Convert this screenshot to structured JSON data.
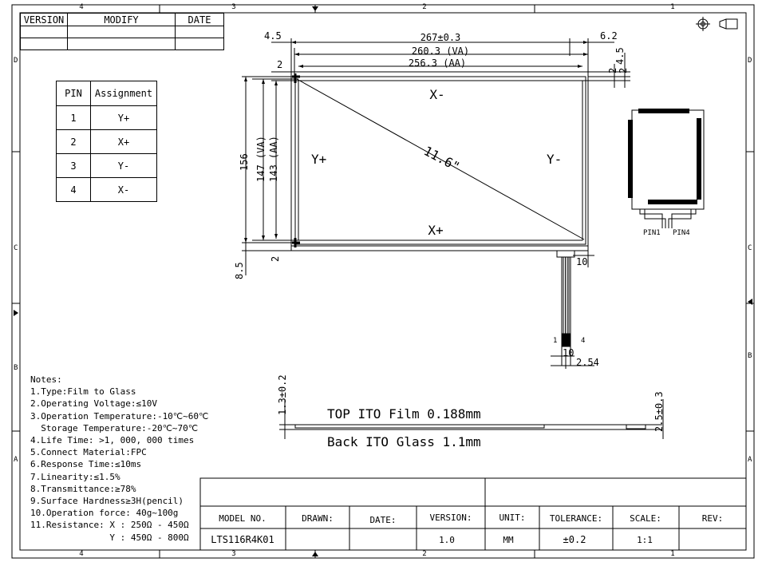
{
  "frame": {
    "zones_top": [
      "4",
      "3",
      "2",
      "1"
    ],
    "zones_bottom": [
      "4",
      "3",
      "2",
      "1"
    ],
    "zones_left": [
      "D",
      "C",
      "B",
      "A"
    ],
    "zones_right": [
      "D",
      "C",
      "B",
      "A"
    ]
  },
  "revision_table": {
    "headers": [
      "VERSION",
      "MODIFY",
      "DATE"
    ]
  },
  "pin_table": {
    "headers": [
      "PIN",
      "Assignment"
    ],
    "rows": [
      [
        "1",
        "Y+"
      ],
      [
        "2",
        "X+"
      ],
      [
        "3",
        "Y-"
      ],
      [
        "4",
        "X-"
      ]
    ]
  },
  "drawing": {
    "dim_top_left": "4.5",
    "dim_overall_width": "267±0.3",
    "dim_top_right": "6.2",
    "dim_va_width": "260.3 (VA)",
    "dim_aa_width": "256.3 (AA)",
    "dim_left_offset": "2",
    "dim_right_2a": "2",
    "dim_right_2b": "2",
    "dim_right_45": "4.5",
    "dim_height": "156",
    "dim_va_height": "147 (VA)",
    "dim_aa_height": "143 (AA)",
    "dim_bottom_2": "2",
    "dim_bottom_85": "8.5",
    "dim_tail_10": "10",
    "dim_diagonal": "11.6\"",
    "label_top": "X-",
    "label_bottom": "X+",
    "label_left": "Y+",
    "label_right": "Y-",
    "fpc_pin_1": "1",
    "fpc_pin_4": "4",
    "fpc_dim_10": "10",
    "fpc_dim_254": "2.54",
    "inset_pin1": "PIN1",
    "inset_pin4": "PIN4"
  },
  "side_view": {
    "dim_left": "1.3±0.2",
    "dim_right": "2.5±0.3",
    "top_label": "TOP ITO Film 0.188mm",
    "bottom_label": "Back ITO Glass 1.1mm"
  },
  "notes": [
    "Notes:",
    "1.Type:Film to Glass",
    "2.Operating Voltage:≤10V",
    "3.Operation Temperature:-10℃~60℃",
    "  Storage Temperature:-20℃~70℃",
    "4.Life Time: >1, 000, 000 times",
    "5.Connect Material:FPC",
    "6.Response Time:≤10ms",
    "7.Linearity:≤1.5%",
    "8.Transmittance:≥78%",
    "9.Surface Hardness≥3H(pencil)",
    "10.Operation force: 40g~100g",
    "11.Resistance: X : 250Ω - 450Ω",
    "               Y : 450Ω - 800Ω"
  ],
  "title_block": {
    "headers": [
      "MODEL NO.",
      "DRAWN:",
      "DATE:",
      "VERSION:",
      "UNIT:",
      "TOLERANCE:",
      "SCALE:",
      "REV:"
    ],
    "values": [
      "LTS116R4K01",
      "",
      "",
      "1.0",
      "MM",
      "±0.2",
      "1:1",
      ""
    ]
  }
}
